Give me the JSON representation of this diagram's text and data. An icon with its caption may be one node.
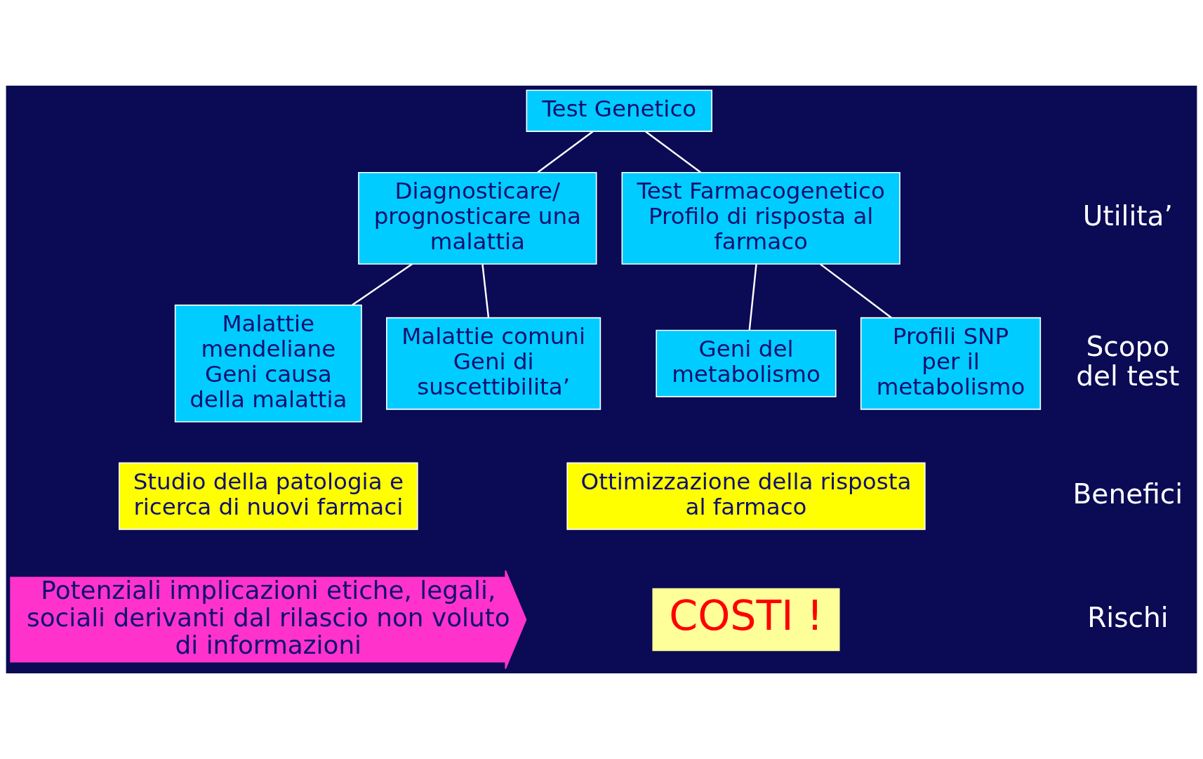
{
  "diagram": {
    "nodes": [
      {
        "text": [
          "Test Genetico"
        ]
      },
      {
        "text": [
          "Diagnosticare/ prognosticare una malattia"
        ]
      },
      {
        "text": [
          "Test Farmacogenetico",
          "Profilo di risposta al farmaco"
        ]
      },
      {
        "text": [
          "Malattie mendeliane Geni causa della malattia"
        ]
      },
      {
        "text": [
          "Malattie comuni Geni di suscettibilita’"
        ]
      },
      {
        "text": [
          "Geni del metabolismo"
        ]
      },
      {
        "text": [
          "Profili SNP per il metabolismo"
        ]
      },
      {
        "text": [
          "Studio della patologia e ricerca di nuovi farmaci"
        ]
      },
      {
        "text": [
          "Ottimizzazione della risposta al farmaco"
        ]
      },
      {
        "text": [
          "Potenziali implicazioni etiche, legali, sociali derivanti dal rilascio non voluto di informazioni"
        ]
      },
      {
        "text": [
          "COSTI !"
        ]
      }
    ],
    "edges": [
      {
        "from": 0,
        "to": 1,
        "arrow": "none"
      },
      {
        "from": 0,
        "to": 2,
        "arrow": "none"
      },
      {
        "from": 1,
        "to": 3,
        "arrow": "none"
      },
      {
        "from": 1,
        "to": 4,
        "arrow": "none"
      },
      {
        "from": 2,
        "to": 5,
        "arrow": "none"
      },
      {
        "from": 2,
        "to": 6,
        "arrow": "none"
      }
    ],
    "labels": [
      "Utilita’",
      "Scopo del test",
      "Benefici",
      "Rischi"
    ]
  }
}
